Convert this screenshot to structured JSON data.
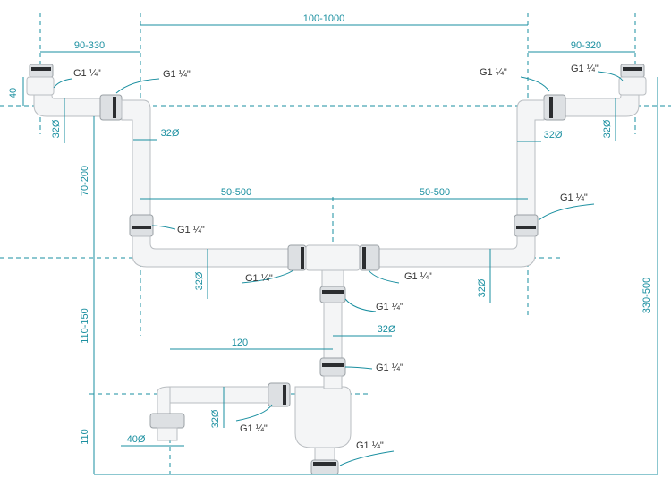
{
  "dimensions": {
    "top_span": "100-1000",
    "left_offset": "90-330",
    "right_offset": "90-320",
    "left_height": "40",
    "vertical_drop": "70-200",
    "left_run": "50-500",
    "right_run": "50-500",
    "mid_drop": "110-150",
    "bottom_drop": "110",
    "total_height": "330-500",
    "side_run": "120",
    "outlet_diameter": "40Ø"
  },
  "diameters": {
    "pipe": "32Ø"
  },
  "callouts": {
    "thread": "G1 ¼\""
  },
  "colors": {
    "dimension": "#1a8fa0",
    "pipe_fill": "#f4f5f6",
    "pipe_stroke": "#b9bdc1",
    "callout_text": "#333333"
  }
}
